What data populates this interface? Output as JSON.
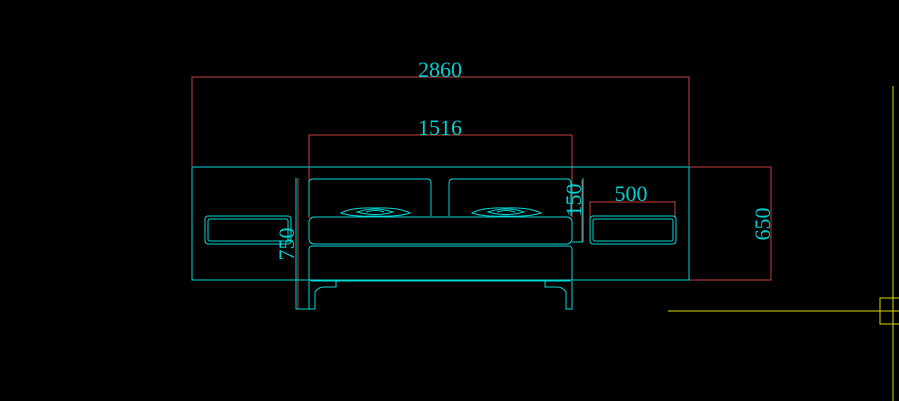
{
  "drawing": {
    "background_color": "#000000",
    "line_colors": {
      "object": "#00d8d8",
      "dimension": "#c84040",
      "crosshair": "#d8d800"
    },
    "dimensions": {
      "overall_width": "2860",
      "bed_width": "1516",
      "mattress_height": "150",
      "nightstand_width": "500",
      "total_height": "750",
      "depth": "650"
    }
  }
}
